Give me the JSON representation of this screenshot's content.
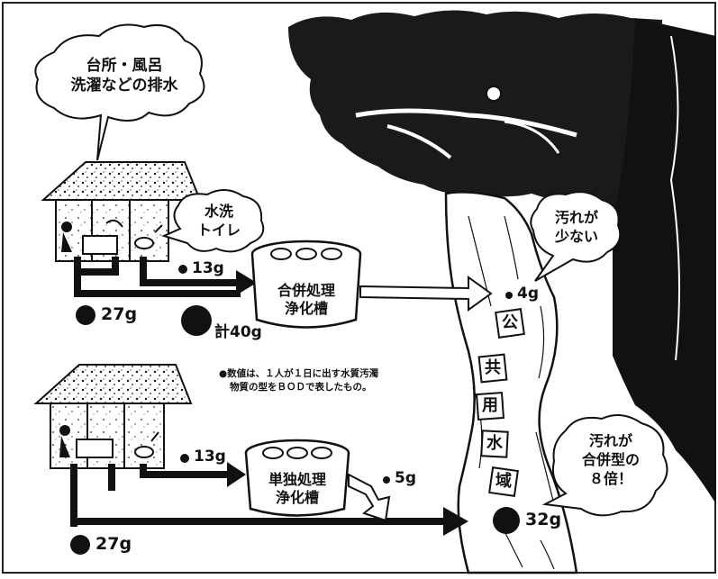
{
  "bubbles": {
    "household_drain": [
      "台所・風呂",
      "洗濯などの排水"
    ],
    "flush_toilet": [
      "水洗",
      "トイレ"
    ],
    "less_dirty": [
      "汚れが",
      "少ない"
    ],
    "eight_times": [
      "汚れが",
      "合併型の",
      "８倍！"
    ]
  },
  "tanks": {
    "combined": [
      "合併処理",
      "浄化槽"
    ],
    "single": [
      "単独処理",
      "浄化槽"
    ]
  },
  "loads": {
    "top_toilet": "13g",
    "top_drain": "27g",
    "top_total": "計40g",
    "top_river": "4g",
    "bottom_toilet": "13g",
    "bottom_single_out": "5g",
    "bottom_drain": "27g",
    "bottom_river": "32g"
  },
  "river_sign": [
    "公",
    "共",
    "用",
    "水",
    "域"
  ],
  "note": [
    "●数値は、１人が１日に出す水質汚濁",
    "物質の型をＢＯＤで表したもの。"
  ]
}
